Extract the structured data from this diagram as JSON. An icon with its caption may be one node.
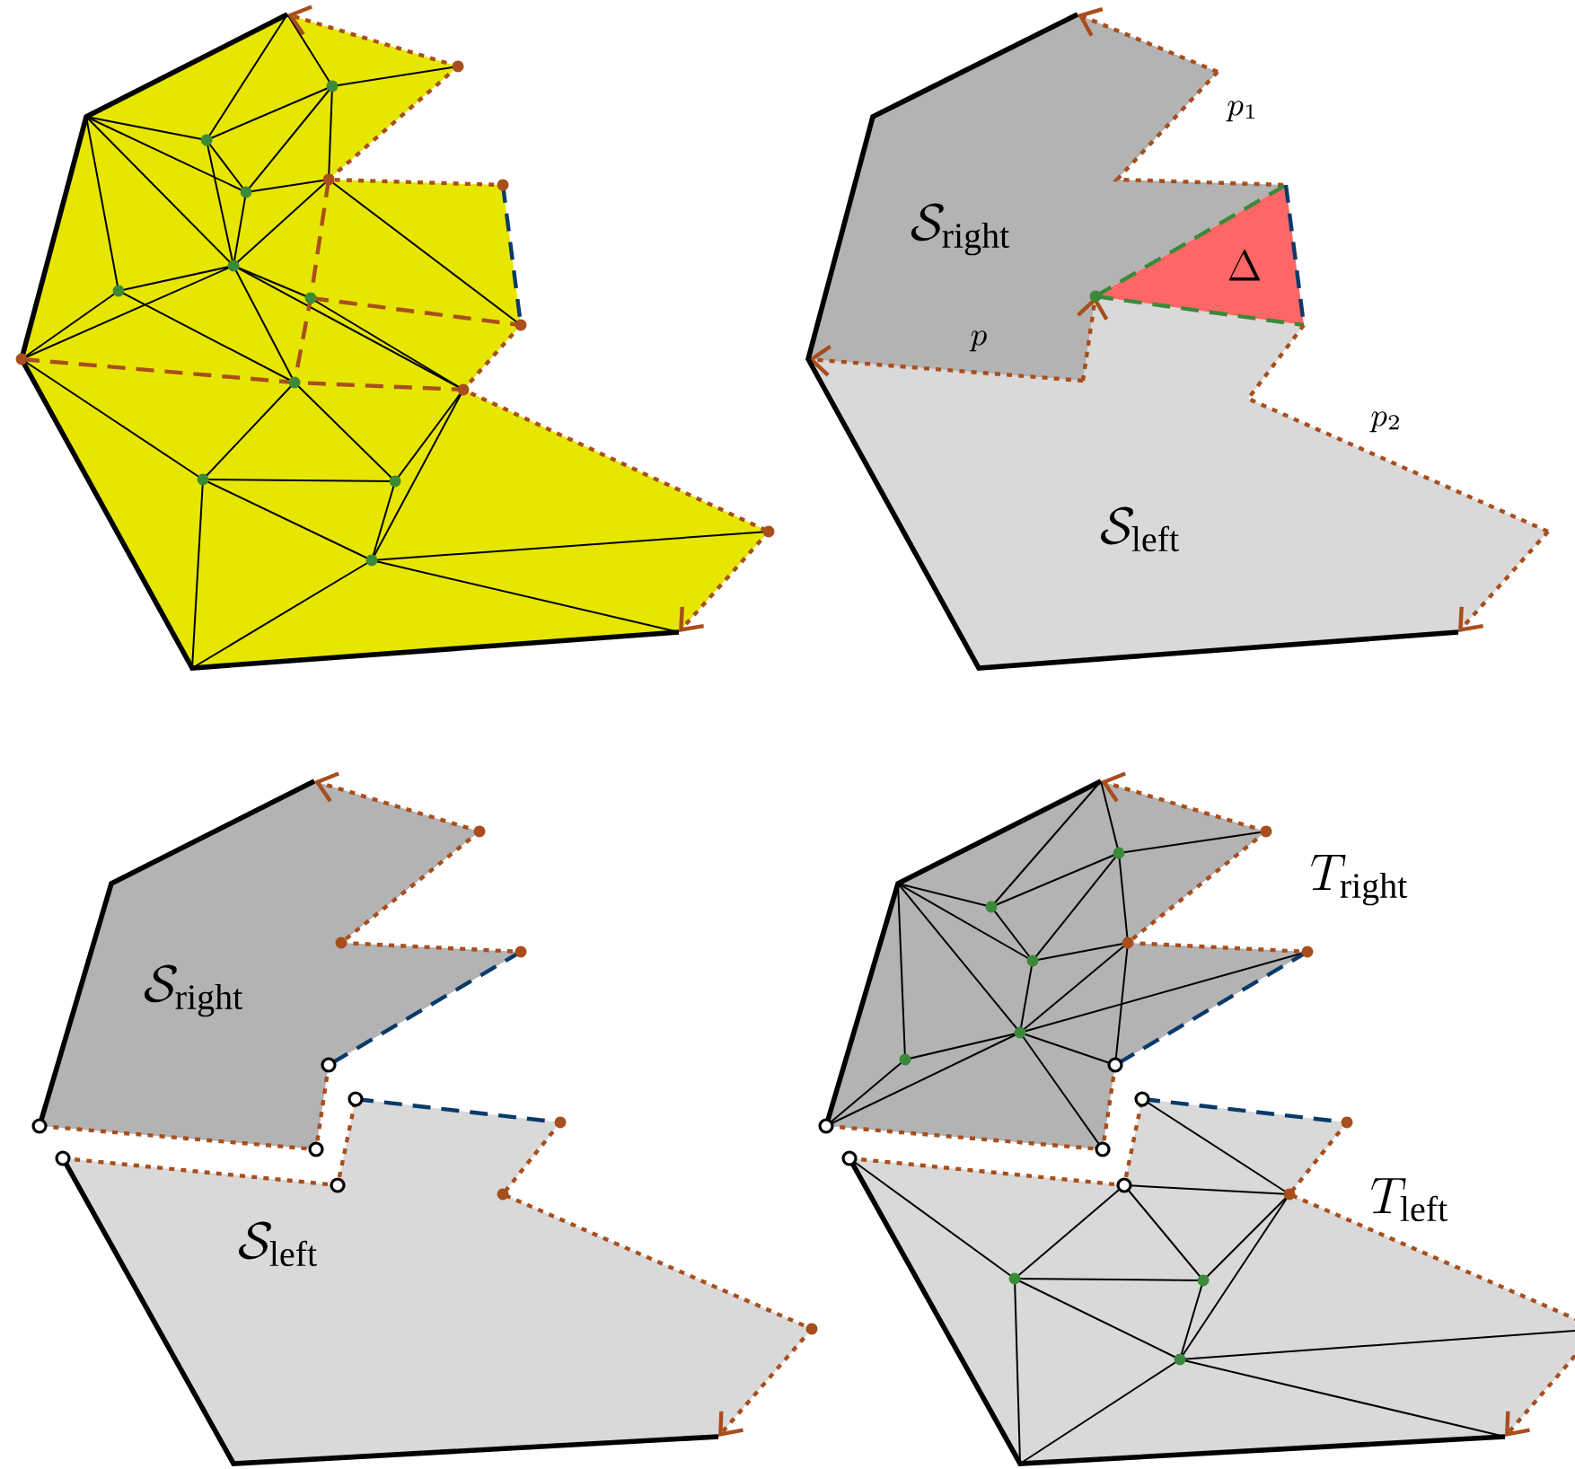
{
  "diagram": {
    "labels": [
      "p_1",
      "\\mathcal{S}_{\\mathrm{right}}",
      "\\Delta",
      "p",
      "p_2",
      "\\mathcal{S}_{\\mathrm{left}}",
      "\\mathcal{S}_{\\mathrm{right}}",
      "T_{\\mathrm{right}}",
      "\\mathcal{S}_{\\mathrm{left}}",
      "T_{\\mathrm{left}}"
    ]
  }
}
